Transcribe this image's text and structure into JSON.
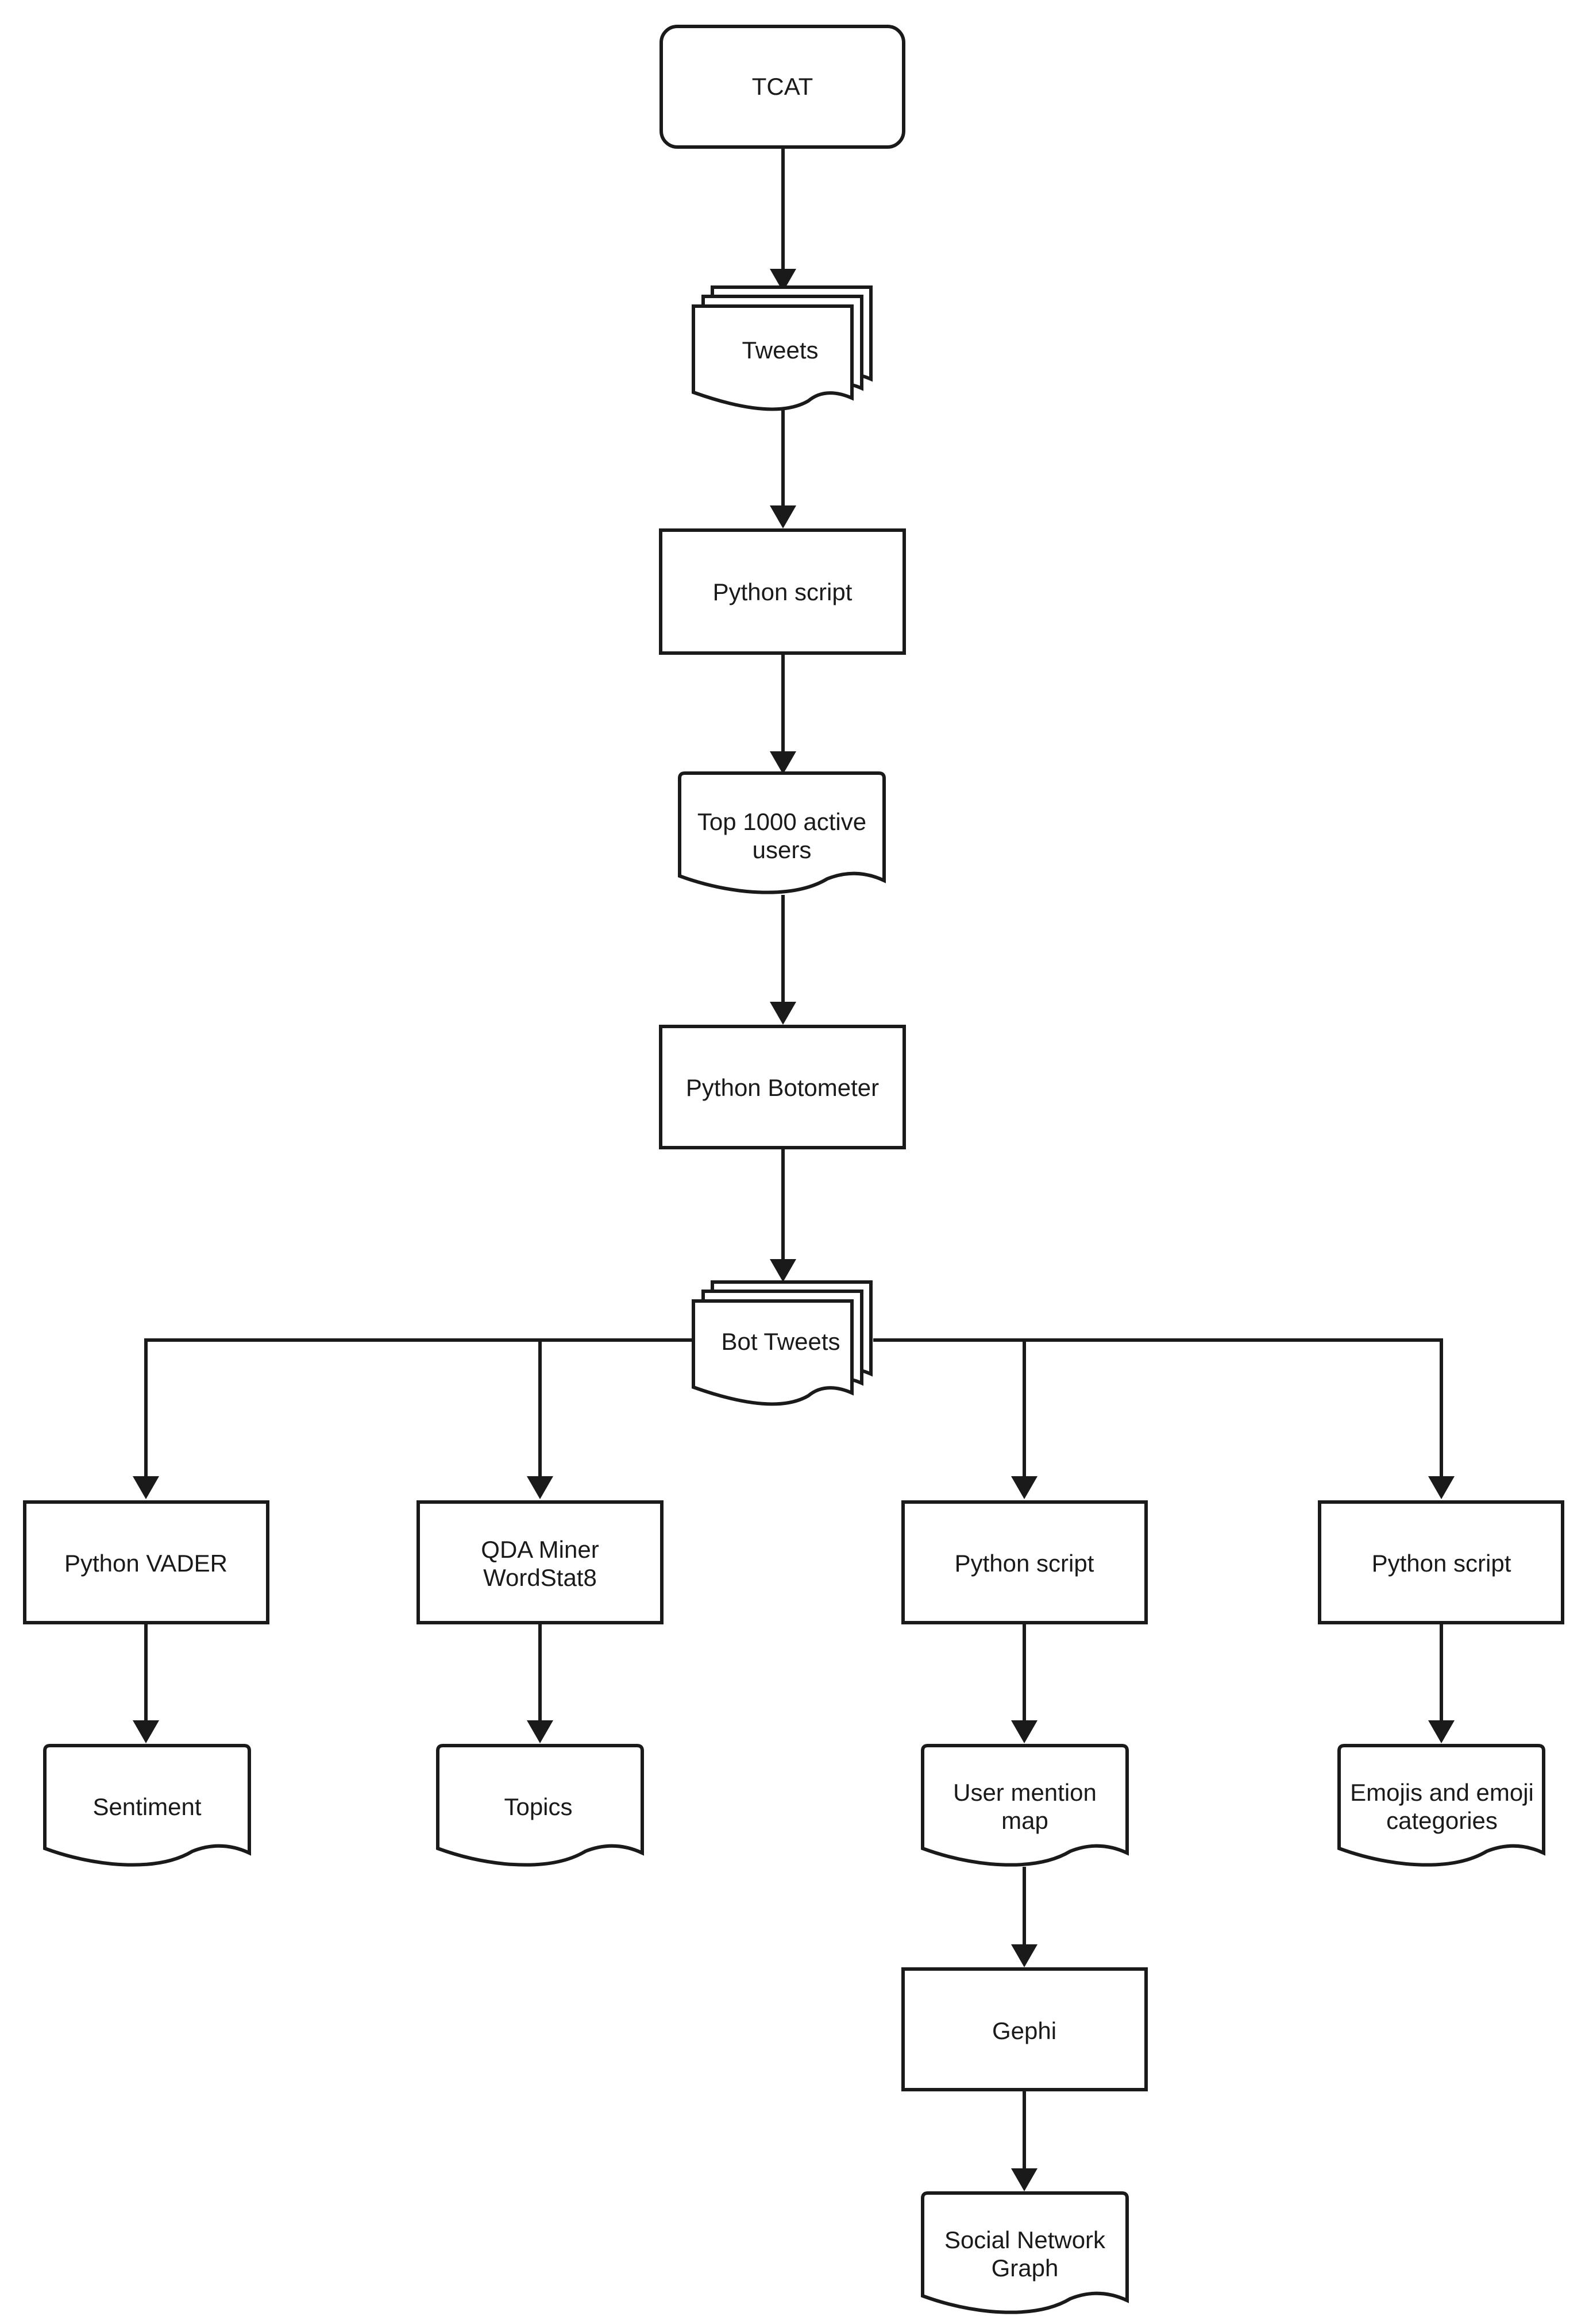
{
  "nodes": {
    "tcat": "TCAT",
    "tweets": "Tweets",
    "python_script_1": "Python script",
    "top_users": [
      "Top 1000 active",
      "users"
    ],
    "botometer": "Python Botometer",
    "bot_tweets": "Bot Tweets",
    "vader": "Python VADER",
    "qda": [
      "QDA Miner",
      "WordStat8"
    ],
    "python_script_2": "Python script",
    "python_script_3": "Python script",
    "sentiment": "Sentiment",
    "topics": "Topics",
    "user_mention_map": [
      "User mention",
      "map"
    ],
    "emojis": [
      "Emojis and emoji",
      "categories"
    ],
    "gephi": "Gephi",
    "social_network_graph": [
      "Social Network",
      "Graph"
    ]
  }
}
